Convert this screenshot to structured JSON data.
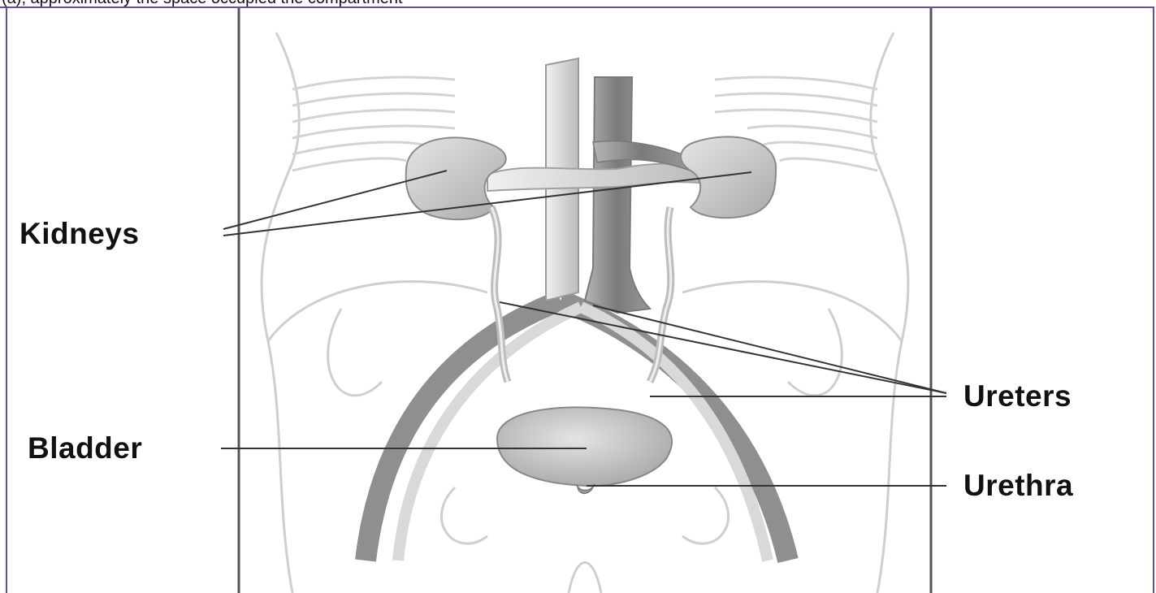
{
  "header": {
    "clipped_text": "(a), approximately the space occupied the compartment"
  },
  "diagram": {
    "labels": {
      "kidneys": "Kidneys",
      "ureters": "Ureters",
      "bladder": "Bladder",
      "urethra": "Urethra"
    }
  },
  "colors": {
    "frame": "#6b4f8f",
    "organ_fill": "#c9c9c9",
    "vessel_dark": "#8a8a8a",
    "vessel_light": "#d6d6d6",
    "outline": "#9a9a9a",
    "leader_line": "#333333"
  }
}
